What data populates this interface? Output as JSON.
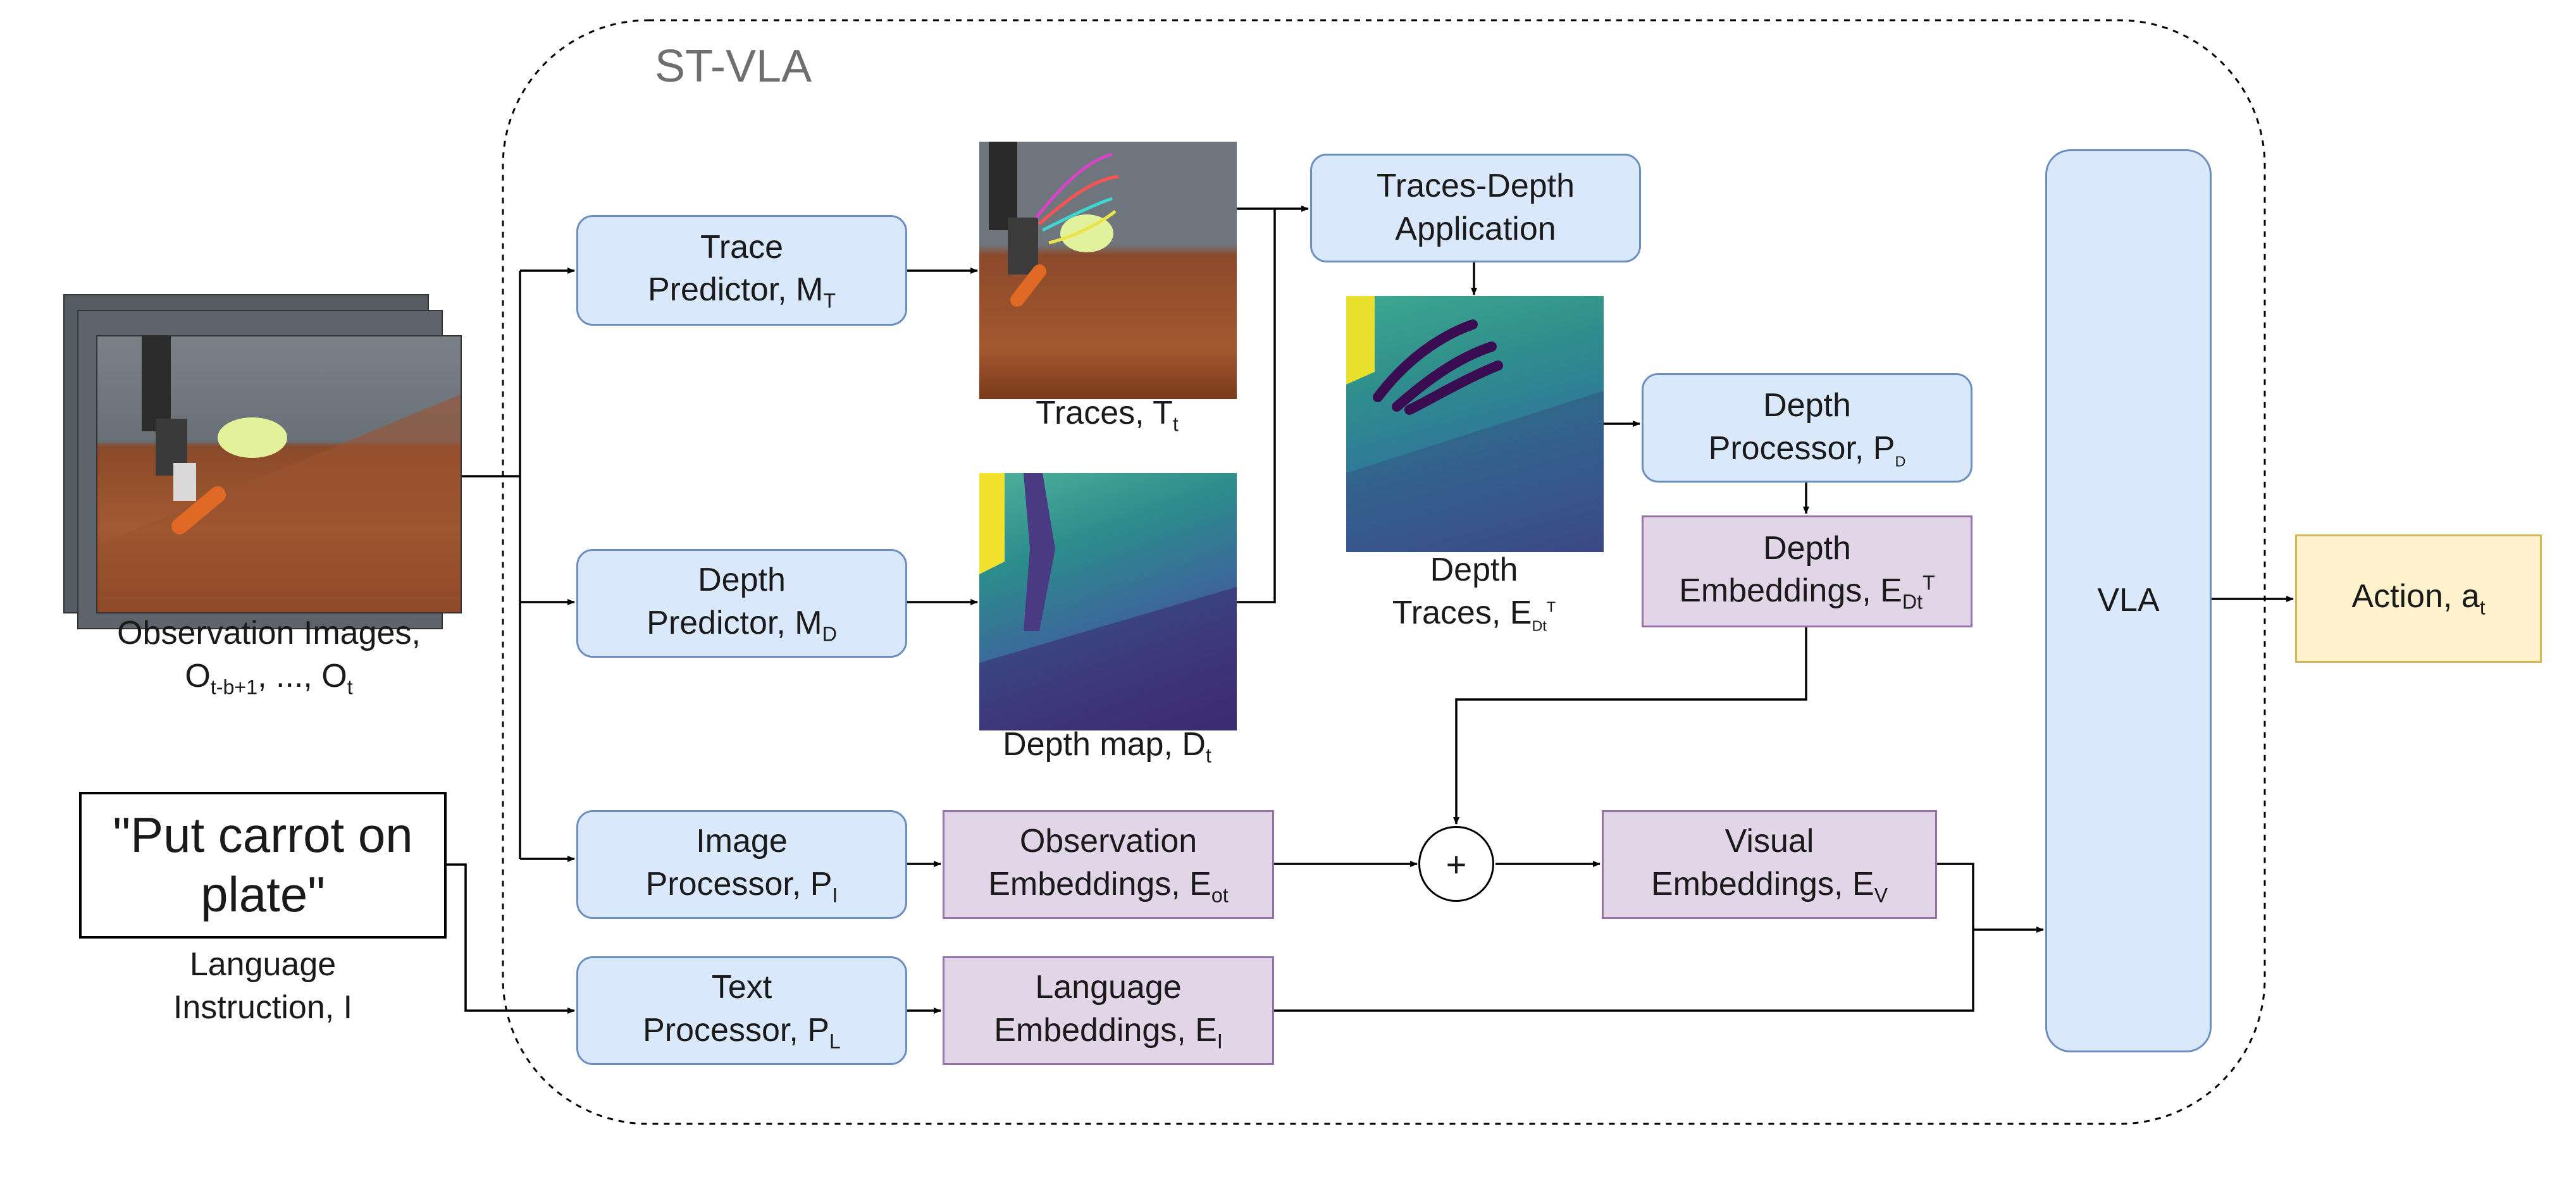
{
  "frame": {
    "title": "ST-VLA"
  },
  "inputs": {
    "observation_label_line1": "Observation Images,",
    "observation_label_line2_parts": [
      "O",
      "t-b+1",
      ", ..., O",
      "t"
    ],
    "instruction_text_line1": "\"Put carrot on",
    "instruction_text_line2": "plate\"",
    "instruction_label_line1": "Language",
    "instruction_label_line2": "Instruction, I"
  },
  "modules": {
    "trace_predictor": {
      "line1": "Trace",
      "line2": "Predictor, M",
      "sub": "T"
    },
    "depth_predictor": {
      "line1": "Depth",
      "line2": "Predictor, M",
      "sub": "D"
    },
    "image_processor": {
      "line1": "Image",
      "line2": "Processor, P",
      "sub": "I"
    },
    "text_processor": {
      "line1": "Text",
      "line2": "Processor, P",
      "sub": "L"
    },
    "traces_depth_app": {
      "line1": "Traces-Depth",
      "line2": "Application"
    },
    "depth_processor": {
      "line1": "Depth",
      "line2": "Processor, P",
      "sub": "D"
    },
    "vla": {
      "label": "VLA"
    }
  },
  "embeddings": {
    "observation": {
      "line1": "Observation",
      "line2": "Embeddings, E",
      "sub": "ot"
    },
    "language": {
      "line1": "Language",
      "line2": "Embeddings, E",
      "sub": "I"
    },
    "depth": {
      "line1": "Depth",
      "line2": "Embeddings, E",
      "sub": "Dt",
      "sup": "T"
    },
    "visual": {
      "line1": "Visual",
      "line2": "Embeddings, E",
      "sub": "V"
    }
  },
  "images": {
    "traces_label": "Traces, T",
    "traces_sub": "t",
    "depth_map_label": "Depth map, D",
    "depth_map_sub": "t",
    "depth_traces_line1": "Depth",
    "depth_traces_line2": "Traces,  E",
    "depth_traces_sub": "Dt",
    "depth_traces_sup": "T"
  },
  "output": {
    "label": "Action, a",
    "sub": "t"
  },
  "operator": {
    "symbol": "+"
  },
  "colors": {
    "module_fill": "#dae8fc",
    "module_border": "#6c8ebf",
    "embedding_fill": "#e1d5e7",
    "embedding_border": "#9673a6",
    "output_fill": "#fff2cc",
    "output_border": "#d6b656",
    "frame_border": "#000000"
  }
}
